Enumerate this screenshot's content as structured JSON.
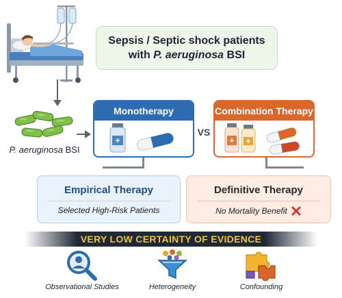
{
  "patient": {
    "line1": "Sepsis / Septic shock patients",
    "line2_prefix": "with ",
    "line2_italic": "P. aeruginosa",
    "line2_suffix": " BSI"
  },
  "bacteria": {
    "label_italic": "P. aeruginosa",
    "label_suffix": " BSI"
  },
  "mono": {
    "title": "Monotherapy"
  },
  "combo": {
    "title": "Combination Therapy"
  },
  "vs_label": "VS",
  "empirical": {
    "title": "Empirical Therapy",
    "subtitle": "Selected High-Risk Patients"
  },
  "definitive": {
    "title": "Definitive Therapy",
    "subtitle": "No Mortality Benefit"
  },
  "evidence_banner": "VERY LOW CERTAINTY OF EVIDENCE",
  "limitations": [
    {
      "label": "Observational Studies",
      "icon": "magnifier-person-icon"
    },
    {
      "label": "Heterogeneity",
      "icon": "funnel-icon"
    },
    {
      "label": "Confounding",
      "icon": "puzzle-icon"
    }
  ],
  "colors": {
    "mono_blue": "#2d6cb0",
    "combo_orange": "#d9662b",
    "banner_dark": "#1e2837",
    "banner_gold": "#f3c53a",
    "cross_red": "#d6342b"
  }
}
